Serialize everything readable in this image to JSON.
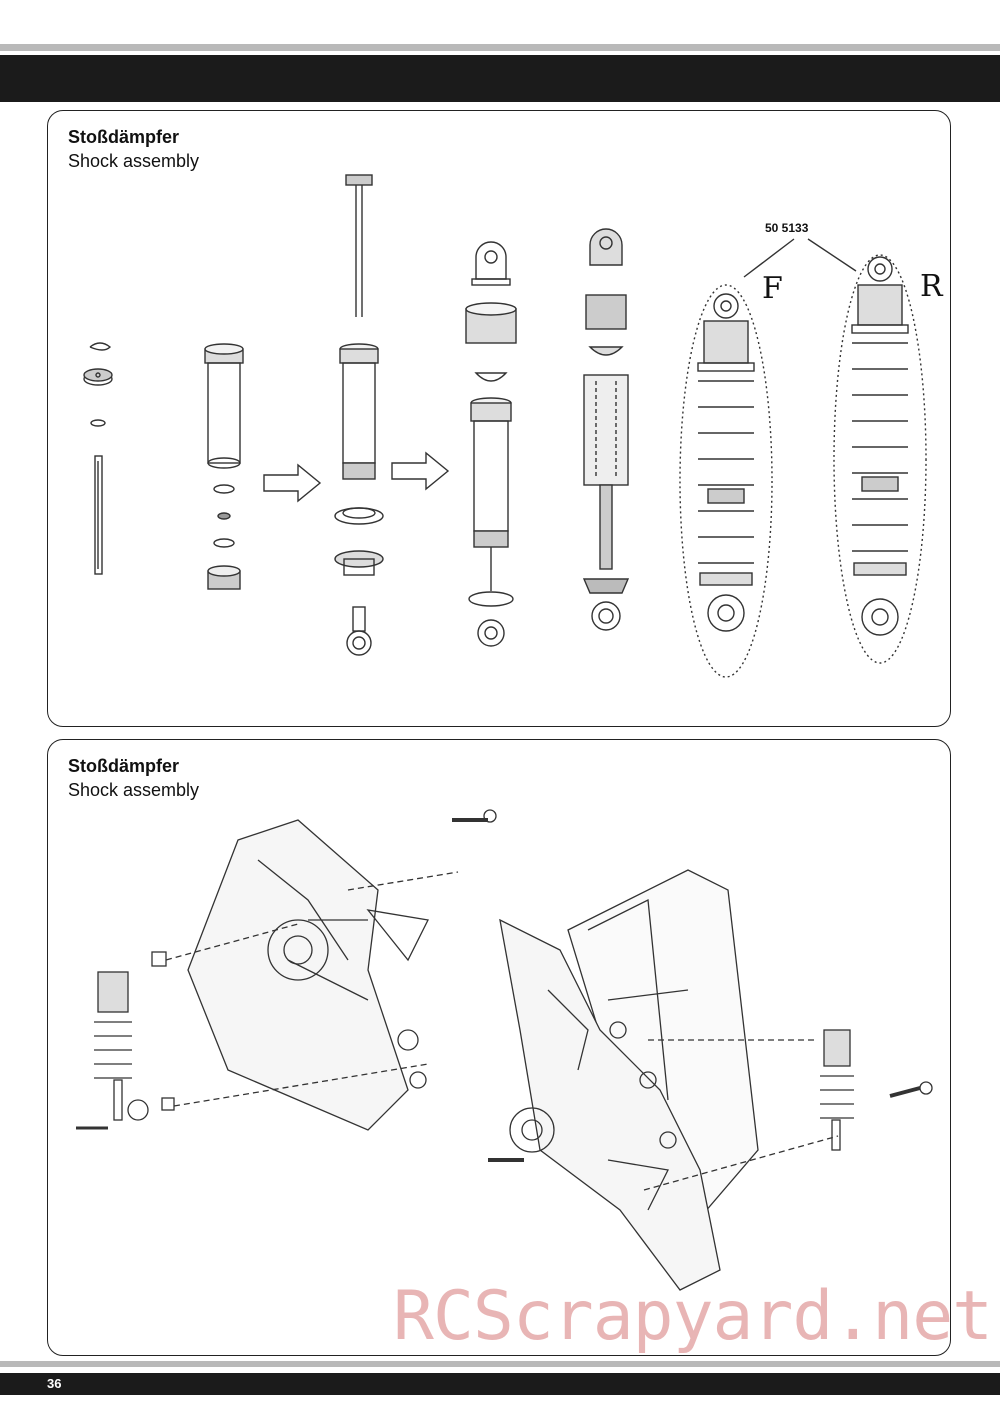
{
  "panels": [
    {
      "title_de": "Stoßdämpfer",
      "title_en": "Shock assembly"
    },
    {
      "title_de": "Stoßdämpfer",
      "title_en": "Shock assembly"
    }
  ],
  "part_number": "50 5133",
  "label_front": "F",
  "label_rear": "R",
  "page_number": "36",
  "watermark": "RCScrapyard.net"
}
